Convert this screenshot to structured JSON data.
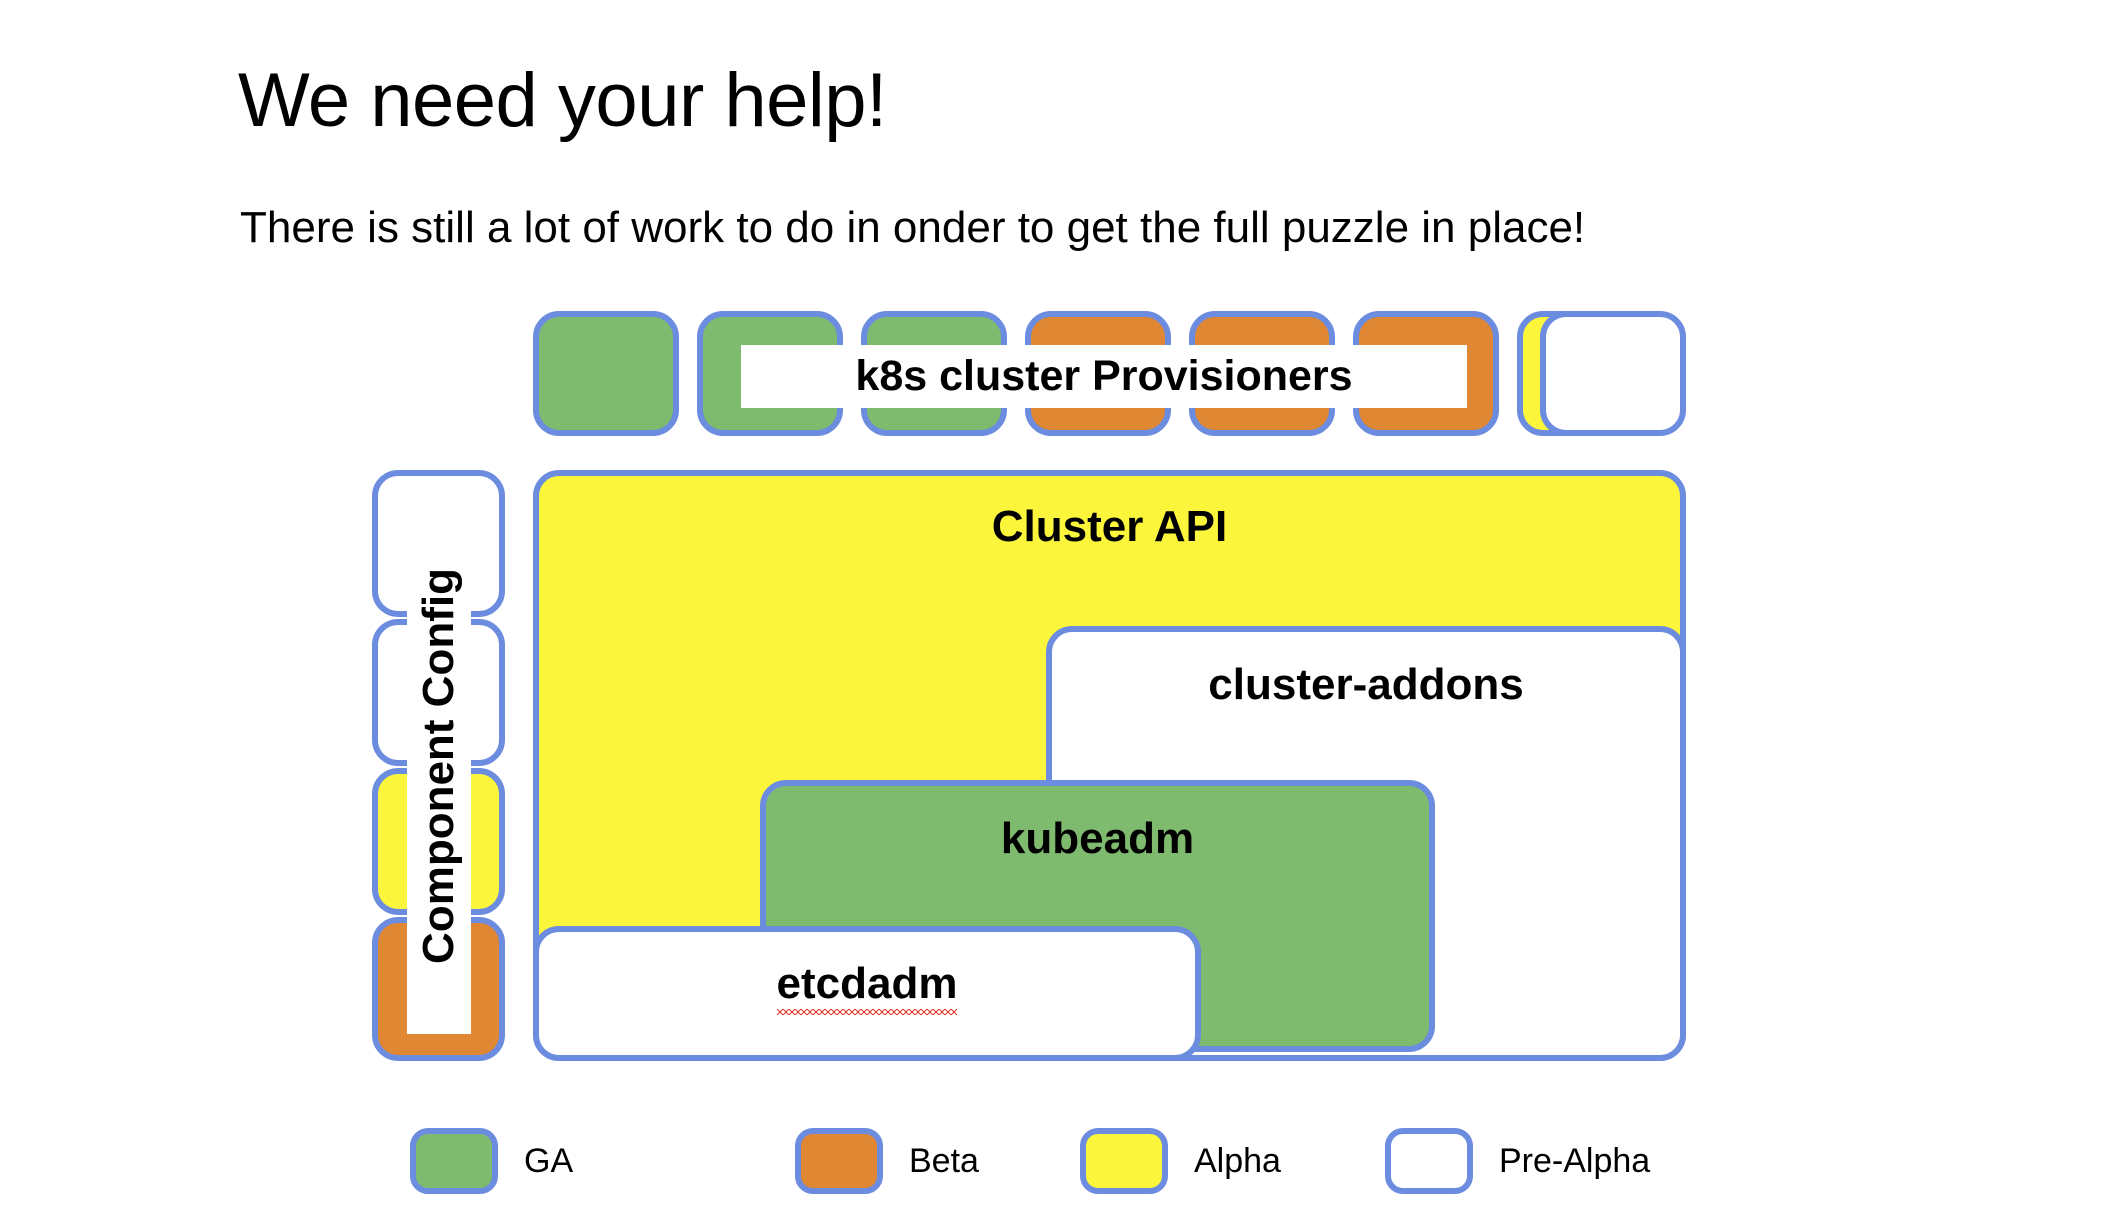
{
  "slide": {
    "title": "We need your help!",
    "subtitle": "There is still a lot of work to do in onder to get the full puzzle in place!"
  },
  "provisioners": {
    "title": "k8s cluster Provisioners",
    "chips": [
      {
        "index": 1,
        "status": "GA",
        "color": "#7FBB6E"
      },
      {
        "index": 2,
        "status": "GA",
        "color": "#7FBB6E"
      },
      {
        "index": 3,
        "status": "GA",
        "color": "#7FBB6E"
      },
      {
        "index": 4,
        "status": "Beta",
        "color": "#E08733"
      },
      {
        "index": 5,
        "status": "Beta",
        "color": "#E08733"
      },
      {
        "index": 6,
        "status": "Beta",
        "color": "#E08733"
      },
      {
        "index": 7,
        "status": "Alpha",
        "color": "#FBF63C"
      },
      {
        "index": 8,
        "status": "Pre-Alpha",
        "color": "#FFFFFF"
      }
    ]
  },
  "diagram": {
    "cluster_api": {
      "label": "Cluster API",
      "status": "Alpha",
      "color": "#FBF63C"
    },
    "cluster_addons": {
      "label": "cluster-addons",
      "status": "Pre-Alpha",
      "color": "#FFFFFF"
    },
    "kubeadm": {
      "label": "kubeadm",
      "status": "GA",
      "color": "#7FBB6E"
    },
    "etcdadm": {
      "label": "etcdadm",
      "status": "Pre-Alpha",
      "color": "#FFFFFF",
      "spellcheck_flagged": true
    }
  },
  "component_config": {
    "label": "Component Config",
    "cells": [
      {
        "index": 1,
        "status": "Pre-Alpha",
        "color": "#FFFFFF"
      },
      {
        "index": 2,
        "status": "Pre-Alpha",
        "color": "#FFFFFF"
      },
      {
        "index": 3,
        "status": "Alpha",
        "color": "#FBF63C"
      },
      {
        "index": 4,
        "status": "Beta",
        "color": "#E08733"
      }
    ]
  },
  "legend": {
    "items": [
      {
        "label": "GA",
        "color": "#7FBB6E"
      },
      {
        "label": "Beta",
        "color": "#E08733"
      },
      {
        "label": "Alpha",
        "color": "#FBF63C"
      },
      {
        "label": "Pre-Alpha",
        "color": "#FFFFFF"
      }
    ]
  },
  "theme": {
    "border": "#6C8CE0",
    "background": "#FFFFFF",
    "text": "#000000",
    "spellcheck_underline": "#E03A2F"
  }
}
